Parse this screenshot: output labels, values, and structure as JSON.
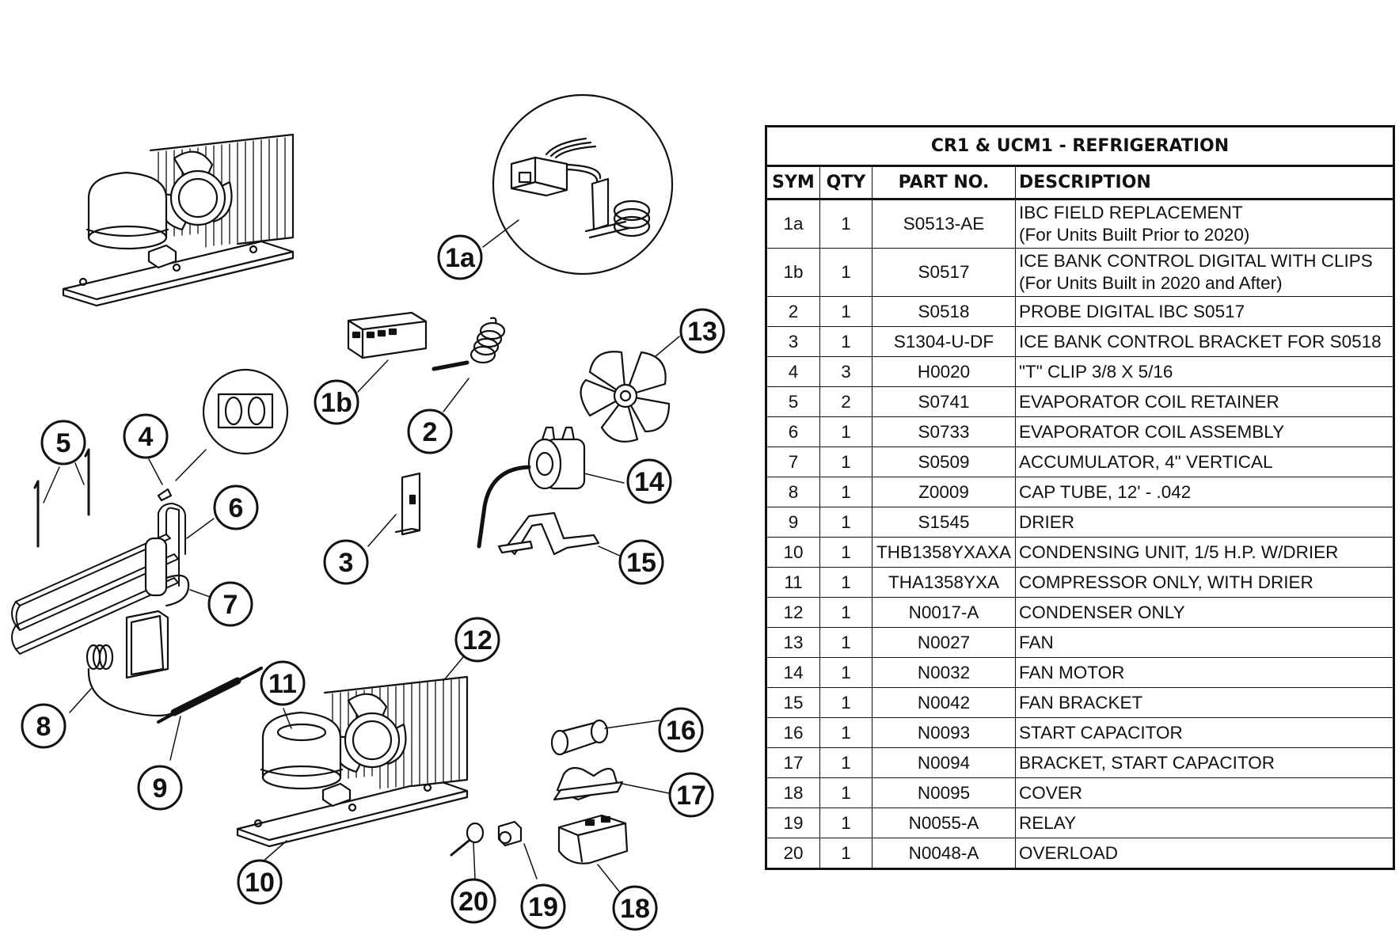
{
  "table": {
    "title": "CR1 & UCM1 - REFRIGERATION",
    "columns": [
      "SYM",
      "QTY",
      "PART NO.",
      "DESCRIPTION"
    ],
    "rows": [
      {
        "sym": "1a",
        "qty": "1",
        "part": "S0513-AE",
        "desc": "IBC FIELD REPLACEMENT",
        "desc2": "(For Units Built Prior to 2020)"
      },
      {
        "sym": "1b",
        "qty": "1",
        "part": "S0517",
        "desc": "ICE BANK CONTROL DIGITAL WITH CLIPS",
        "desc2": "(For Units Built in 2020 and After)"
      },
      {
        "sym": "2",
        "qty": "1",
        "part": "S0518",
        "desc": "PROBE DIGITAL IBC S0517"
      },
      {
        "sym": "3",
        "qty": "1",
        "part": "S1304-U-DF",
        "desc": "ICE BANK CONTROL BRACKET FOR S0518"
      },
      {
        "sym": "4",
        "qty": "3",
        "part": "H0020",
        "desc": "\"T\" CLIP 3/8 X 5/16"
      },
      {
        "sym": "5",
        "qty": "2",
        "part": "S0741",
        "desc": "EVAPORATOR COIL RETAINER"
      },
      {
        "sym": "6",
        "qty": "1",
        "part": "S0733",
        "desc": "EVAPORATOR COIL ASSEMBLY"
      },
      {
        "sym": "7",
        "qty": "1",
        "part": "S0509",
        "desc": "ACCUMULATOR, 4\" VERTICAL"
      },
      {
        "sym": "8",
        "qty": "1",
        "part": "Z0009",
        "desc": "CAP TUBE, 12' - .042"
      },
      {
        "sym": "9",
        "qty": "1",
        "part": "S1545",
        "desc": "DRIER"
      },
      {
        "sym": "10",
        "qty": "1",
        "part": "THB1358YXAXA",
        "desc": "CONDENSING UNIT, 1/5 H.P. W/DRIER"
      },
      {
        "sym": "11",
        "qty": "1",
        "part": "THA1358YXA",
        "desc": "COMPRESSOR ONLY, WITH DRIER"
      },
      {
        "sym": "12",
        "qty": "1",
        "part": "N0017-A",
        "desc": "CONDENSER ONLY"
      },
      {
        "sym": "13",
        "qty": "1",
        "part": "N0027",
        "desc": "FAN"
      },
      {
        "sym": "14",
        "qty": "1",
        "part": "N0032",
        "desc": "FAN MOTOR"
      },
      {
        "sym": "15",
        "qty": "1",
        "part": "N0042",
        "desc": "FAN BRACKET"
      },
      {
        "sym": "16",
        "qty": "1",
        "part": "N0093",
        "desc": "START CAPACITOR"
      },
      {
        "sym": "17",
        "qty": "1",
        "part": "N0094",
        "desc": "BRACKET, START CAPACITOR"
      },
      {
        "sym": "18",
        "qty": "1",
        "part": "N0095",
        "desc": "COVER"
      },
      {
        "sym": "19",
        "qty": "1",
        "part": "N0055-A",
        "desc": "RELAY"
      },
      {
        "sym": "20",
        "qty": "1",
        "part": "N0048-A",
        "desc": "OVERLOAD"
      }
    ]
  },
  "callouts": [
    "1a",
    "1b",
    "2",
    "3",
    "4",
    "5",
    "6",
    "7",
    "8",
    "9",
    "10",
    "11",
    "12",
    "13",
    "14",
    "15",
    "16",
    "17",
    "18",
    "19",
    "20"
  ]
}
